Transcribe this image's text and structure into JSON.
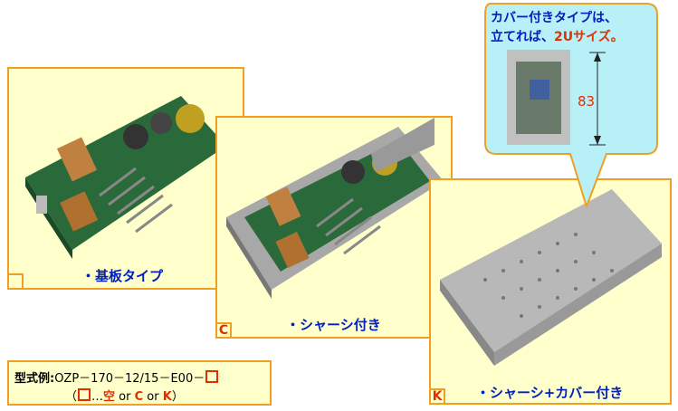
{
  "panels": [
    {
      "caption": "・基板タイプ",
      "tag": ""
    },
    {
      "caption": "・シャーシ付き",
      "tag": "C"
    },
    {
      "caption": "・シャーシ+カバー付き",
      "tag": "K"
    }
  ],
  "callout": {
    "line1": "カバー付きタイプは、",
    "line2_prefix": "立てれば、",
    "line2_highlight": "2Uサイズ。",
    "dimension": "83"
  },
  "formula": {
    "label": "型式例:",
    "model": "OZP－170－12/15－E00－",
    "paren_open": "（",
    "dots": "…",
    "empty": "空",
    "or1": " or ",
    "c": "C",
    "or2": " or ",
    "k": "K",
    "paren_close": "）"
  },
  "colors": {
    "panel_bg": "#ffffcc",
    "panel_border": "#f0a020",
    "caption": "#0020c0",
    "accent_red": "#e03000",
    "callout_bg": "#b8f0f8"
  }
}
